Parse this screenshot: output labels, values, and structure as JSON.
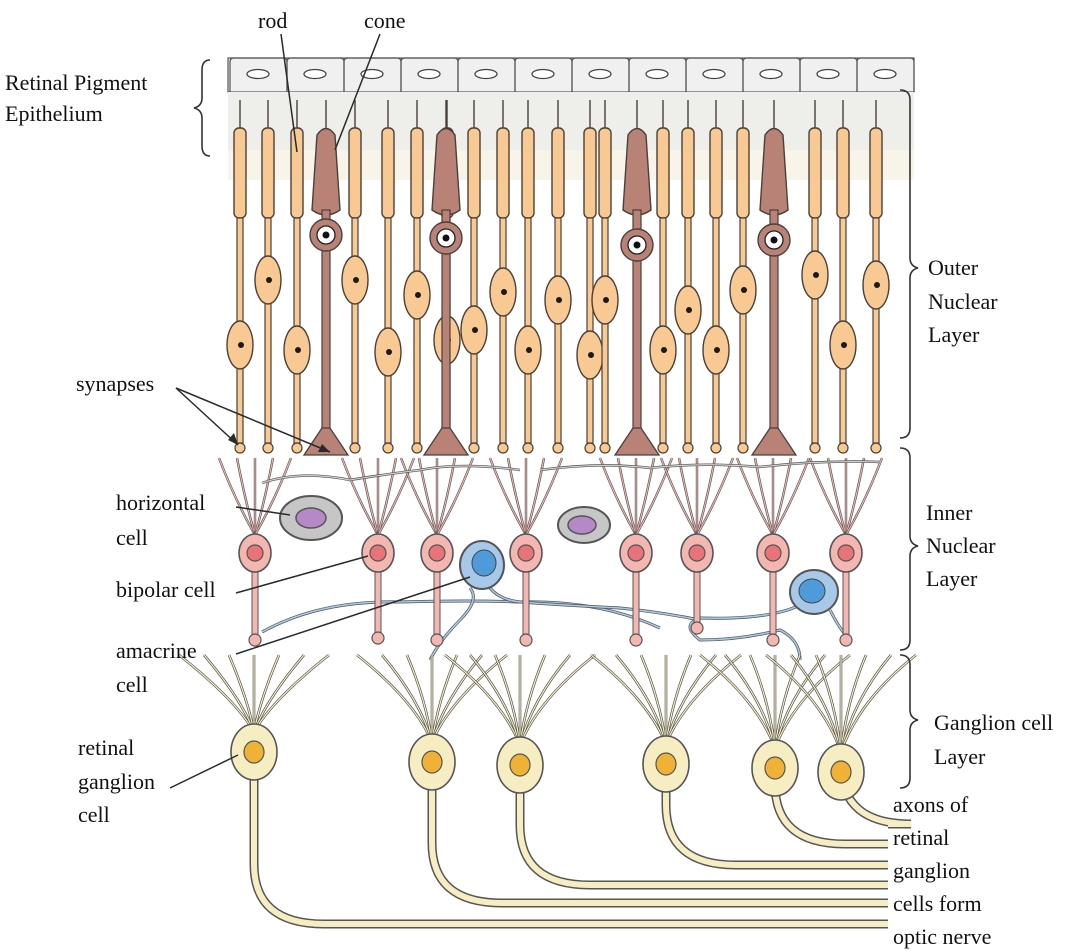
{
  "labels": {
    "rod": "rod",
    "cone": "cone",
    "rpe_line1": "Retinal Pigment",
    "rpe_line2": "Epithelium",
    "synapses": "synapses",
    "horizontal_line1": "horizontal",
    "horizontal_line2": "cell",
    "bipolar": "bipolar cell",
    "amacrine_line1": "amacrine",
    "amacrine_line2": "cell",
    "rgc_line1": "retinal",
    "rgc_line2": "ganglion",
    "rgc_line3": "cell",
    "onl_line1": "Outer",
    "onl_line2": "Nuclear",
    "onl_line3": "Layer",
    "inl_line1": "Inner",
    "inl_line2": "Nuclear",
    "inl_line3": "Layer",
    "gcl_line1": "Ganglion cell",
    "gcl_line2": "Layer",
    "axons_line1": "axons of",
    "axons_line2": "retinal",
    "axons_line3": "ganglion",
    "axons_line4": "cells form",
    "axons_line5": "optic nerve"
  },
  "colors": {
    "rod": "#f8c993",
    "cone": "#b88276",
    "bipolar": "#f3b6b0",
    "horizontal": "#c6c6c6",
    "horizontal_nucleus": "#b688c8",
    "amacrine": "#a7c8e9",
    "amacrine_nucleus": "#4f9bd9",
    "ganglion": "#f6eec2",
    "ganglion_nucleus": "#f0b236",
    "rpe": "#ececec",
    "outline": "#4a4038"
  }
}
